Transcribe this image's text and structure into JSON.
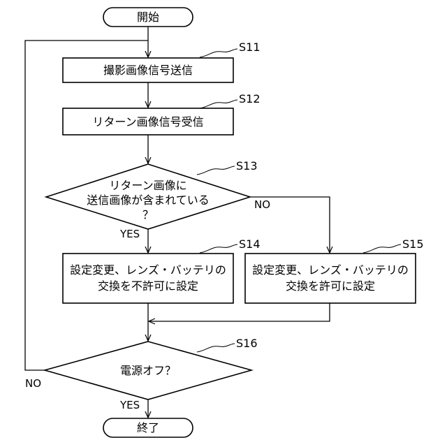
{
  "flowchart": {
    "start": "開始",
    "end": "終了",
    "steps": {
      "s11": {
        "id": "S11",
        "text": "撮影画像信号送信"
      },
      "s12": {
        "id": "S12",
        "text": "リターン画像信号受信"
      },
      "s13": {
        "id": "S13",
        "lines": [
          "リターン画像に",
          "送信画像が含まれている",
          "？"
        ]
      },
      "s14": {
        "id": "S14",
        "lines": [
          "設定変更、レンズ・バッテリの",
          "交換を不許可に設定"
        ]
      },
      "s15": {
        "id": "S15",
        "lines": [
          "設定変更、レンズ・バッテリの",
          "交換を許可に設定"
        ]
      },
      "s16": {
        "id": "S16",
        "text": "電源オフ？"
      }
    },
    "branches": {
      "s13_yes": "YES",
      "s13_no": "NO",
      "s16_yes": "YES",
      "s16_no": "NO"
    }
  }
}
